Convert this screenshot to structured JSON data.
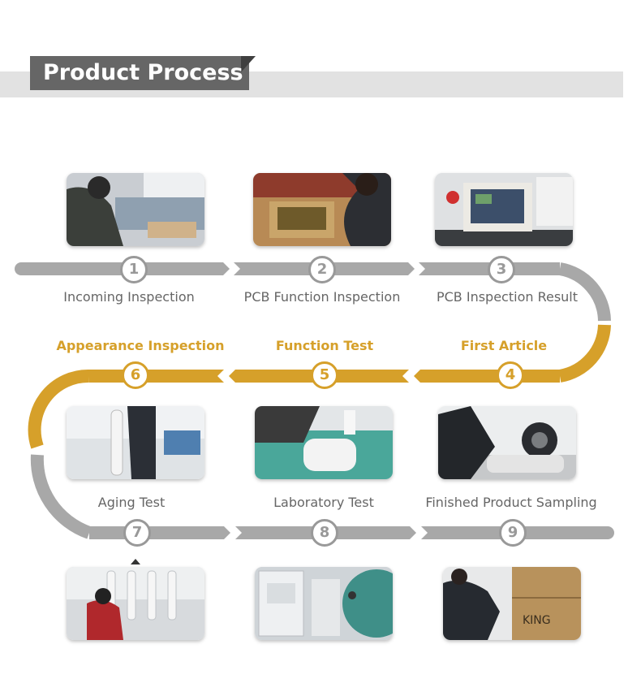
{
  "header": {
    "title": "Product Process"
  },
  "colors": {
    "grey": "#a8a8a8",
    "gold": "#d6a02a",
    "band": "#e2e2e2",
    "tab": "#666666"
  },
  "steps": [
    {
      "number": "1",
      "label": "Incoming Inspection",
      "highlight": false
    },
    {
      "number": "2",
      "label": "PCB Function Inspection",
      "highlight": false
    },
    {
      "number": "3",
      "label": "PCB Inspection Result",
      "highlight": false
    },
    {
      "number": "4",
      "label": "First Article",
      "highlight": true
    },
    {
      "number": "5",
      "label": "Function Test",
      "highlight": true
    },
    {
      "number": "6",
      "label": "Appearance Inspection",
      "highlight": true
    },
    {
      "number": "7",
      "label": "Aging Test",
      "highlight": false
    },
    {
      "number": "8",
      "label": "Laboratory Test",
      "highlight": false
    },
    {
      "number": "9",
      "label": "Finished Product Sampling",
      "highlight": false
    }
  ],
  "box_brand": "KING"
}
